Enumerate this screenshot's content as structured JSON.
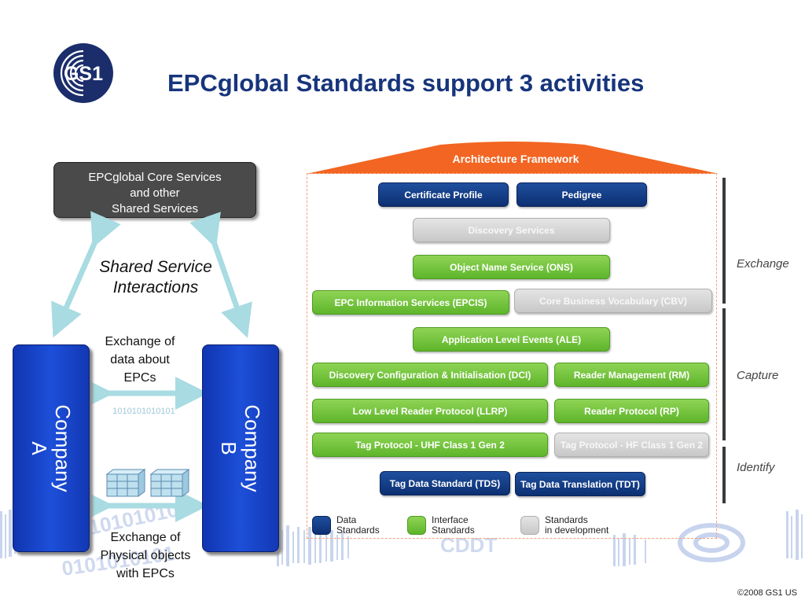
{
  "logo": {
    "text": "GS1"
  },
  "title": "EPCglobal Standards support 3 activities",
  "left_diagram": {
    "core_services": [
      "EPCglobal Core Services",
      "and other",
      "Shared Services"
    ],
    "shared_label": [
      "Shared Service",
      "Interactions"
    ],
    "company_a": [
      "Company",
      "A"
    ],
    "company_b": [
      "Company",
      "B"
    ],
    "exchange_data": [
      "Exchange of",
      "data about",
      "EPCs"
    ],
    "binary": "1010101010101",
    "exchange_physical": [
      "Exchange of",
      "Physical objects",
      "with EPCs"
    ]
  },
  "framework": {
    "title": "Architecture Framework",
    "boxes": [
      {
        "label": "Certificate Profile",
        "kind": "navy"
      },
      {
        "label": "Pedigree",
        "kind": "navy"
      },
      {
        "label": "Discovery Services",
        "kind": "grey"
      },
      {
        "label": "Object Name Service (ONS)",
        "kind": "green"
      },
      {
        "label": "EPC Information Services (EPCIS)",
        "kind": "green"
      },
      {
        "label": "Core Business Vocabulary (CBV)",
        "kind": "grey"
      },
      {
        "label": "Application Level Events (ALE)",
        "kind": "green"
      },
      {
        "label": "Discovery Configuration & Initialisation (DCI)",
        "kind": "green"
      },
      {
        "label": "Reader Management (RM)",
        "kind": "green"
      },
      {
        "label": "Low Level Reader Protocol (LLRP)",
        "kind": "green"
      },
      {
        "label": "Reader Protocol (RP)",
        "kind": "green"
      },
      {
        "label": "Tag Protocol - UHF Class 1 Gen 2",
        "kind": "green"
      },
      {
        "label": "Tag Protocol - HF Class 1 Gen 2",
        "kind": "grey"
      },
      {
        "label": "Tag Data Standard (TDS)",
        "kind": "navy"
      },
      {
        "label": "Tag Data Translation (TDT)",
        "kind": "navy"
      }
    ],
    "layers": [
      "Exchange",
      "Capture",
      "Identify"
    ],
    "legend": [
      {
        "kind": "navy",
        "label": [
          "Data",
          "Standards"
        ]
      },
      {
        "kind": "green",
        "label": [
          "Interface",
          "Standards"
        ]
      },
      {
        "kind": "grey",
        "label": [
          "Standards",
          "in development"
        ]
      }
    ],
    "colors": {
      "navy": "#0c2f72",
      "green": "#6cc234",
      "grey": "#d4d4d4",
      "roof": "#f26522"
    }
  },
  "copyright": "©2008 GS1 US"
}
